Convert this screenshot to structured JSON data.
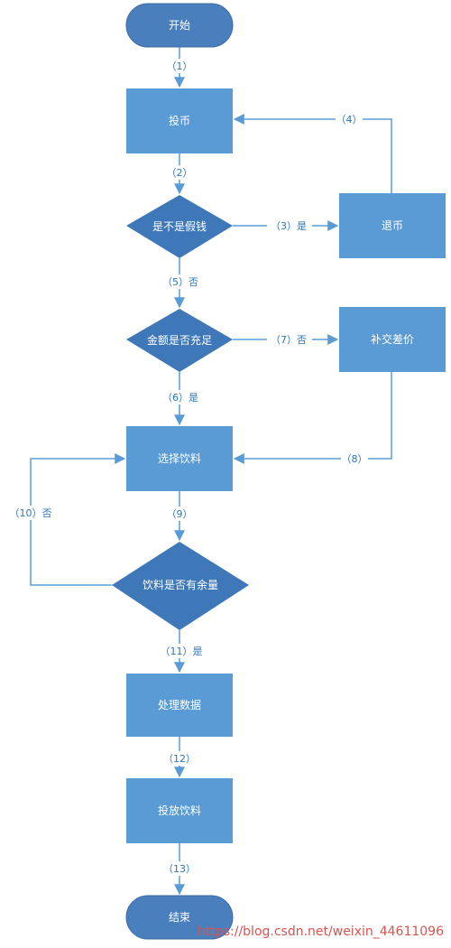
{
  "colors": {
    "terminal_fill": "#4a7fbe",
    "process_fill": "#5b9bd5",
    "decision_fill": "#3f78b8",
    "edge": "#5b9bd5",
    "label_text": "#2e75b6",
    "watermark": "#d9534f"
  },
  "nodes": {
    "start": "开始",
    "insert_coin": "投币",
    "is_fake": "是不是假钱",
    "refund": "退币",
    "enough_amount": "金额是否充足",
    "pay_difference": "补交差价",
    "select_drink": "选择饮料",
    "has_stock": "饮料是否有余量",
    "process_data": "处理数据",
    "dispense_drink": "投放饮料",
    "end": "结束"
  },
  "edge_labels": {
    "e1": "（1）",
    "e2": "（2）",
    "e3": "（3）是",
    "e4": "（4）",
    "e5": "（5）否",
    "e6": "（6）是",
    "e7": "（7）否",
    "e8": "（8）",
    "e9": "（9）",
    "e10": "（10）否",
    "e11": "（11）是",
    "e12": "（12）",
    "e13": "（13）"
  },
  "watermark": "https://blog.csdn.net/weixin_44611096"
}
